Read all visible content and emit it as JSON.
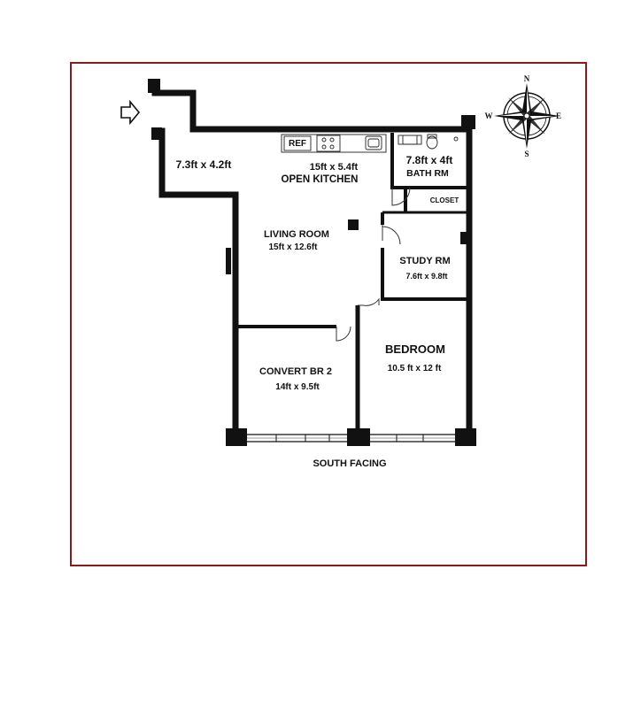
{
  "floorplan": {
    "entry_hall": {
      "dims": "7.3ft x 4.2ft"
    },
    "kitchen": {
      "dims": "15ft x 5.4ft",
      "name": "OPEN KITCHEN",
      "ref_label": "REF"
    },
    "bath": {
      "dims": "7.8ft x 4ft",
      "name": "BATH RM"
    },
    "closet": {
      "name": "CLOSET"
    },
    "living": {
      "name": "LIVING ROOM",
      "dims": "15ft x 12.6ft"
    },
    "study": {
      "name": "STUDY RM",
      "dims": "7.6ft x 9.8ft"
    },
    "convert": {
      "name": "CONVERT BR 2",
      "dims": "14ft x 9.5ft"
    },
    "bedroom": {
      "name": "BEDROOM",
      "dims": "10.5 ft x 12 ft"
    },
    "facing": "SOUTH FACING"
  },
  "compass": {
    "n": "N",
    "s": "S",
    "e": "E",
    "w": "W"
  },
  "colors": {
    "frame": "#8b1a1a",
    "wall": "#111111"
  }
}
